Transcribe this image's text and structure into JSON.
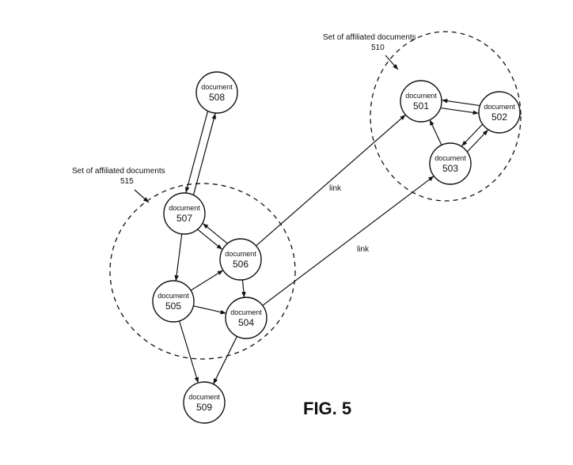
{
  "figure": {
    "caption": "FIG. 5"
  },
  "node_label": "document",
  "nodes": [
    {
      "id": "508"
    },
    {
      "id": "507"
    },
    {
      "id": "506"
    },
    {
      "id": "505"
    },
    {
      "id": "504"
    },
    {
      "id": "509"
    },
    {
      "id": "501"
    },
    {
      "id": "502"
    },
    {
      "id": "503"
    }
  ],
  "groups": [
    {
      "id": "510",
      "label": "Set of affiliated documents",
      "ref": "510"
    },
    {
      "id": "515",
      "label": "Set of affiliated documents",
      "ref": "515"
    }
  ],
  "edges": [
    {
      "from": "508",
      "to": "507"
    },
    {
      "from": "507",
      "to": "508"
    },
    {
      "from": "507",
      "to": "506"
    },
    {
      "from": "506",
      "to": "507"
    },
    {
      "from": "507",
      "to": "505"
    },
    {
      "from": "505",
      "to": "506"
    },
    {
      "from": "506",
      "to": "504"
    },
    {
      "from": "505",
      "to": "504"
    },
    {
      "from": "505",
      "to": "509"
    },
    {
      "from": "504",
      "to": "509"
    },
    {
      "from": "506",
      "to": "501",
      "label": "link"
    },
    {
      "from": "504",
      "to": "503",
      "label": "link"
    },
    {
      "from": "501",
      "to": "502"
    },
    {
      "from": "502",
      "to": "501"
    },
    {
      "from": "502",
      "to": "503"
    },
    {
      "from": "503",
      "to": "502"
    },
    {
      "from": "503",
      "to": "501"
    }
  ]
}
